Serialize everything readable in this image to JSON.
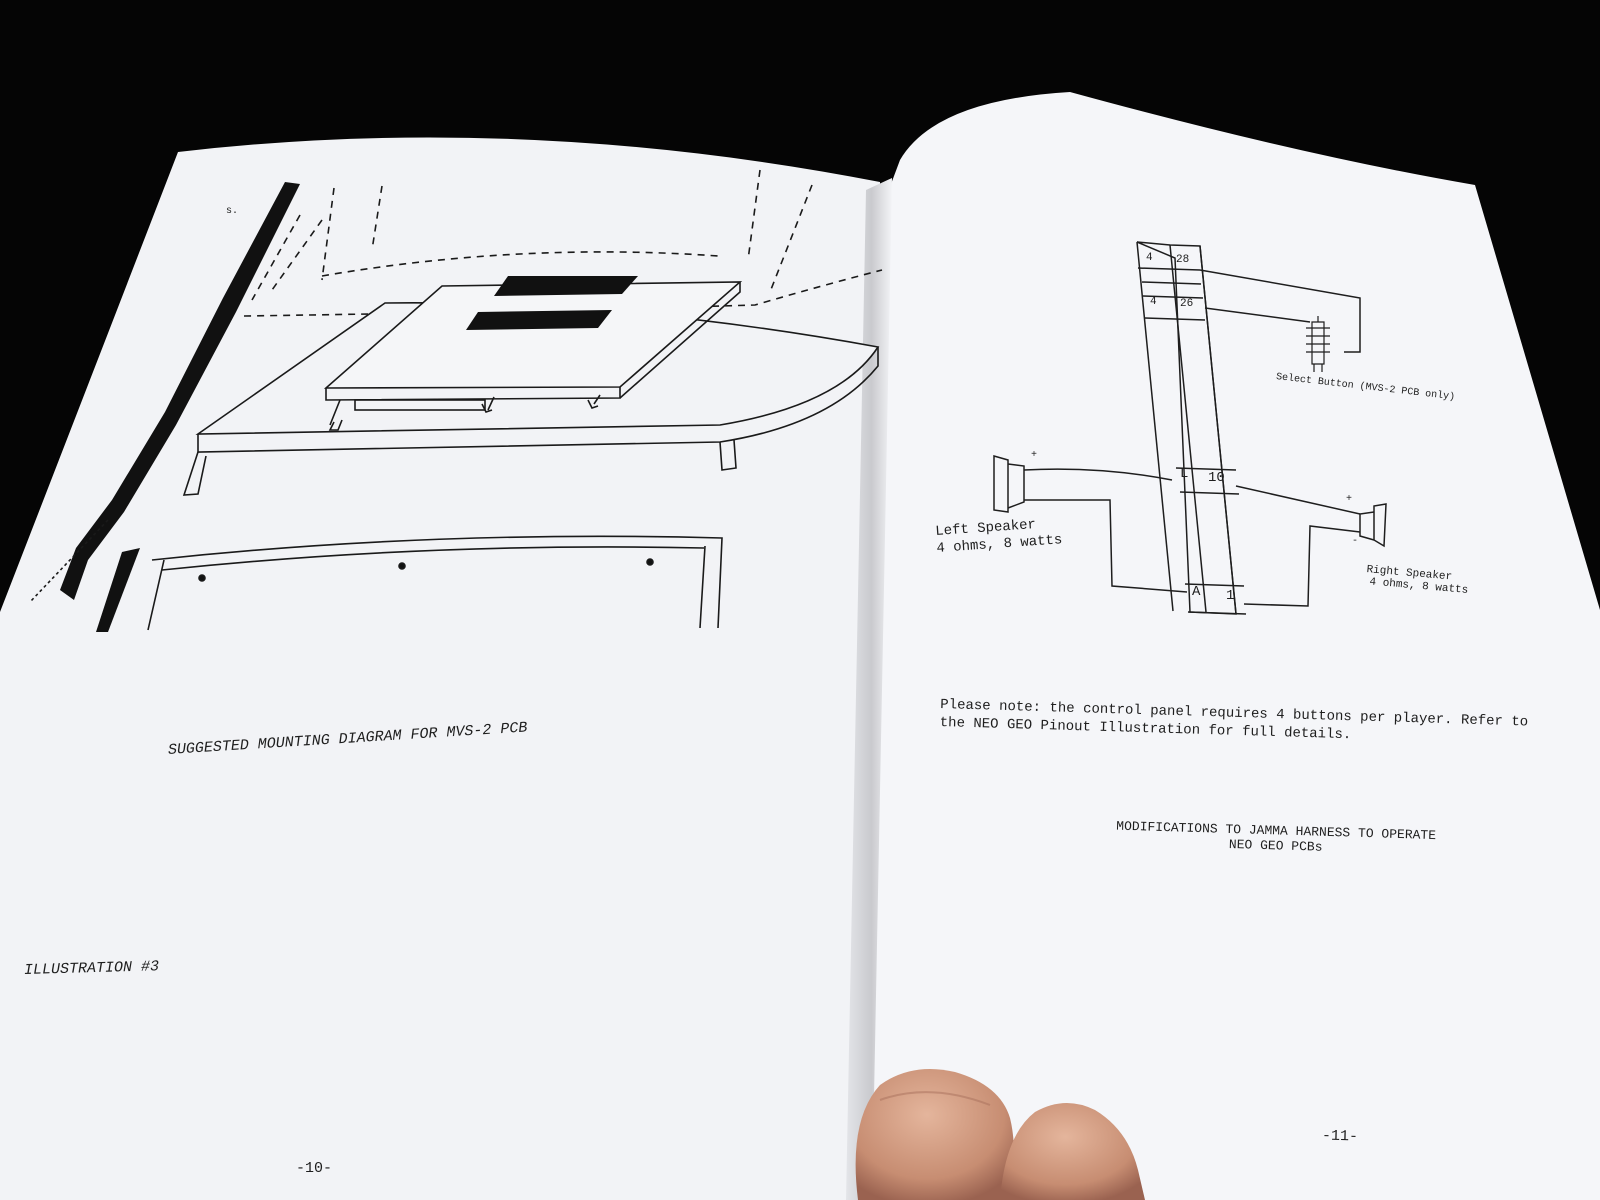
{
  "left_page": {
    "corner_mark": "s.",
    "diagram_caption": "SUGGESTED MOUNTING DIAGRAM FOR MVS-2 PCB",
    "illustration_label": "ILLUSTRATION #3",
    "page_number": "-10-"
  },
  "right_page": {
    "pins": [
      {
        "left": "4",
        "right": "28"
      },
      {
        "left": "4",
        "right": "26"
      },
      {
        "left": "L",
        "right": "10"
      },
      {
        "left": "A",
        "right": "1"
      }
    ],
    "select_button_label": "Select Button (MVS-2 PCB only)",
    "left_speaker": {
      "name": "Left Speaker",
      "spec": "4 ohms, 8 watts"
    },
    "right_speaker": {
      "name": "Right Speaker",
      "spec": "4 ohms, 8 watts"
    },
    "polarity": {
      "plus": "+",
      "minus": "-"
    },
    "note_line_1": "Please note:  the control panel requires 4 buttons per player.  Refer to",
    "note_line_2": "the NEO GEO Pinout Illustration for full details.",
    "title_line_1": "MODIFICATIONS TO JAMMA HARNESS TO OPERATE",
    "title_line_2": "NEO GEO PCBs",
    "page_number": "-11-"
  },
  "colors": {
    "background": "#050505",
    "paper_left": "#f2f3f6",
    "paper_right": "#f5f6f9",
    "ink": "#1e1e1e"
  }
}
